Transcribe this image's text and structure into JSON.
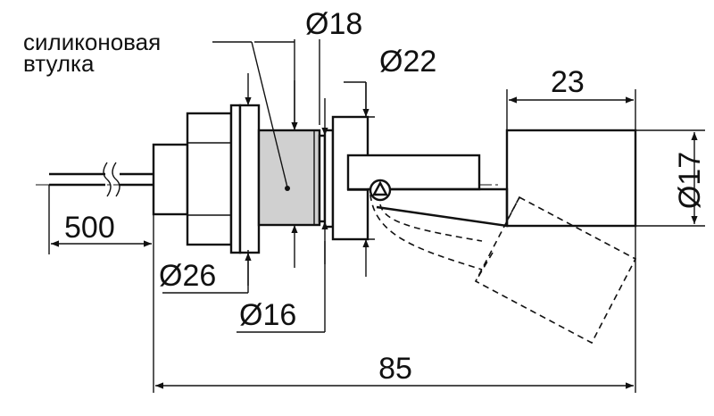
{
  "drawing": {
    "bushing_label_line1": "силиконовая",
    "bushing_label_line2": "втулка",
    "bushing_fill": "#d0d0d0",
    "dimensions": {
      "d18": "Ø18",
      "d22": "Ø22",
      "len23": "23",
      "d17": "Ø17",
      "len500": "500",
      "d26": "Ø26",
      "d16": "Ø16",
      "len85": "85"
    }
  }
}
